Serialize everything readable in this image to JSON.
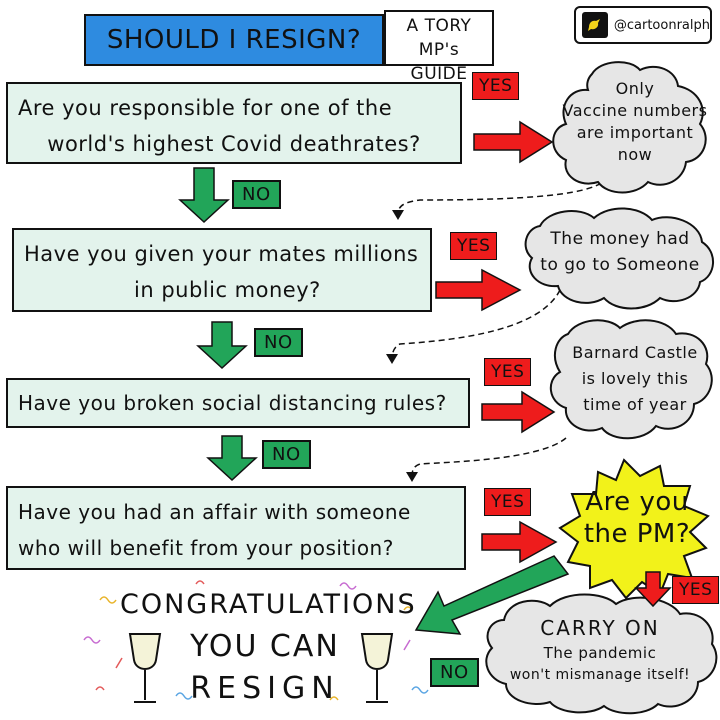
{
  "header": {
    "title": "SHOULD I RESIGN?",
    "subtitle_line1": "A TORY MP's",
    "subtitle_line2": "GUIDE",
    "handle": "@cartoonralph"
  },
  "questions": [
    {
      "line1": "Are you responsible for one of the",
      "line2": "world's highest Covid deathrates?"
    },
    {
      "line1": "Have you given your mates millions",
      "line2": "in public money?"
    },
    {
      "line1": "Have you broken social distancing rules?"
    },
    {
      "line1": "Have you had an affair with someone",
      "line2": "who will benefit from your position?"
    }
  ],
  "answers": {
    "yes": "YES",
    "no": "NO"
  },
  "clouds": [
    {
      "line1": "Only",
      "line2": "Vaccine numbers",
      "line3": "are important",
      "line4": "now"
    },
    {
      "line1": "The money had",
      "line2": "to go to Someone"
    },
    {
      "line1": "Barnard Castle",
      "line2": "is lovely this",
      "line3": "time of year"
    }
  ],
  "pm_question": {
    "line1": "Are you",
    "line2": "the PM?"
  },
  "carry_on": {
    "line1": "CARRY ON",
    "line2": "The pandemic",
    "line3": "won't mismanage itself!"
  },
  "result": {
    "line1": "CONGRATULATIONS",
    "line2": "YOU CAN",
    "line3": "RESIGN"
  },
  "colors": {
    "question_fill": "#e3f3ec",
    "yes_red": "#ee1c1c",
    "no_green": "#22a559",
    "title_blue": "#2e8be0",
    "cloud_grey": "#e6e6e6",
    "starburst_yellow": "#f2f21a"
  }
}
